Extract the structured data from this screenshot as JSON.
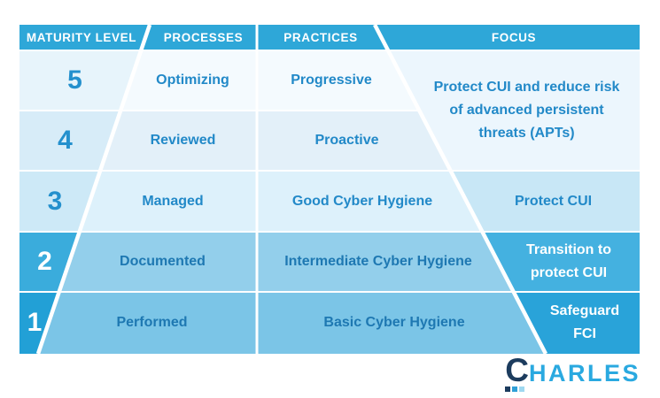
{
  "header": {
    "columns": [
      "MATURITY LEVEL",
      "PROCESSES",
      "PRACTICES",
      "FOCUS"
    ]
  },
  "rows": [
    {
      "level": "5",
      "process": "Optimizing",
      "practice": "Progressive"
    },
    {
      "level": "4",
      "process": "Reviewed",
      "practice": "Proactive"
    },
    {
      "level": "3",
      "process": "Managed",
      "practice": "Good Cyber Hygiene",
      "focus": "Protect CUI"
    },
    {
      "level": "2",
      "process": "Documented",
      "practice": "Intermediate Cyber Hygiene",
      "focus": "Transition to protect CUI"
    },
    {
      "level": "1",
      "process": "Performed",
      "practice": "Basic Cyber Hygiene",
      "focus": "Safeguard FCI"
    }
  ],
  "focus_merged_rows_5_4": "Protect CUI and reduce risk of advanced persistent threats (APTs)",
  "logo": {
    "initial": "C",
    "rest": "HARLES"
  },
  "colors": {
    "header_bg": "#2ea7d8",
    "row5_left": "#e7f4fb",
    "row5_mid": "#f4fafe",
    "row4_left": "#d7ecf8",
    "row4_mid": "#e3f0f9",
    "focus54_bg": "#ecf6fd",
    "row3_left": "#cde9f7",
    "row3_mid": "#ddf1fb",
    "row3_focus": "#c8e7f6",
    "row2_left": "#3aacdc",
    "row2_mid": "#93cfeb",
    "row2_focus": "#44b1e0",
    "row1_left": "#22a0d6",
    "row1_mid": "#7bc5e7",
    "row1_focus": "#29a3d9",
    "text_blue": "#2289c8",
    "text_dark_blue": "#1e78b2",
    "white": "#ffffff",
    "logo_navy": "#1c3c5e",
    "logo_cyan": "#2aa9e0",
    "logo_square_1": "#1c3c5e",
    "logo_square_2": "#2f9fd6",
    "logo_square_3": "#9ed8f0"
  }
}
